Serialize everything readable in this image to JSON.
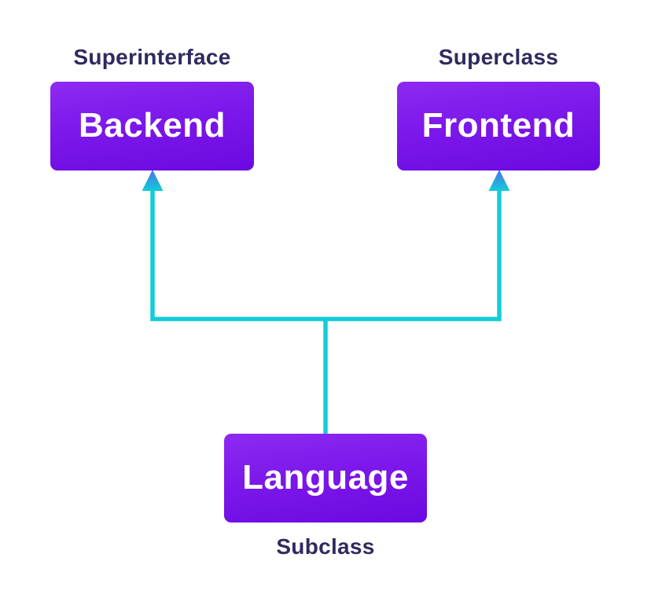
{
  "colors": {
    "background": "#ffffff",
    "box_gradient_top": "#8e2af2",
    "box_gradient_bottom": "#6b09e1",
    "box_text": "#ffffff",
    "annotation_text": "#2e2b5f",
    "connector_line": "#14ccd9",
    "arrow_tip": "#4673e6"
  },
  "nodes": {
    "backend": {
      "label": "Backend",
      "annotation": "Superinterface",
      "annotation_position": "top"
    },
    "frontend": {
      "label": "Frontend",
      "annotation": "Superclass",
      "annotation_position": "top"
    },
    "language": {
      "label": "Language",
      "annotation": "Subclass",
      "annotation_position": "bottom"
    }
  },
  "edges": [
    {
      "from": "language",
      "to": "backend",
      "type": "arrow"
    },
    {
      "from": "language",
      "to": "frontend",
      "type": "arrow"
    }
  ]
}
